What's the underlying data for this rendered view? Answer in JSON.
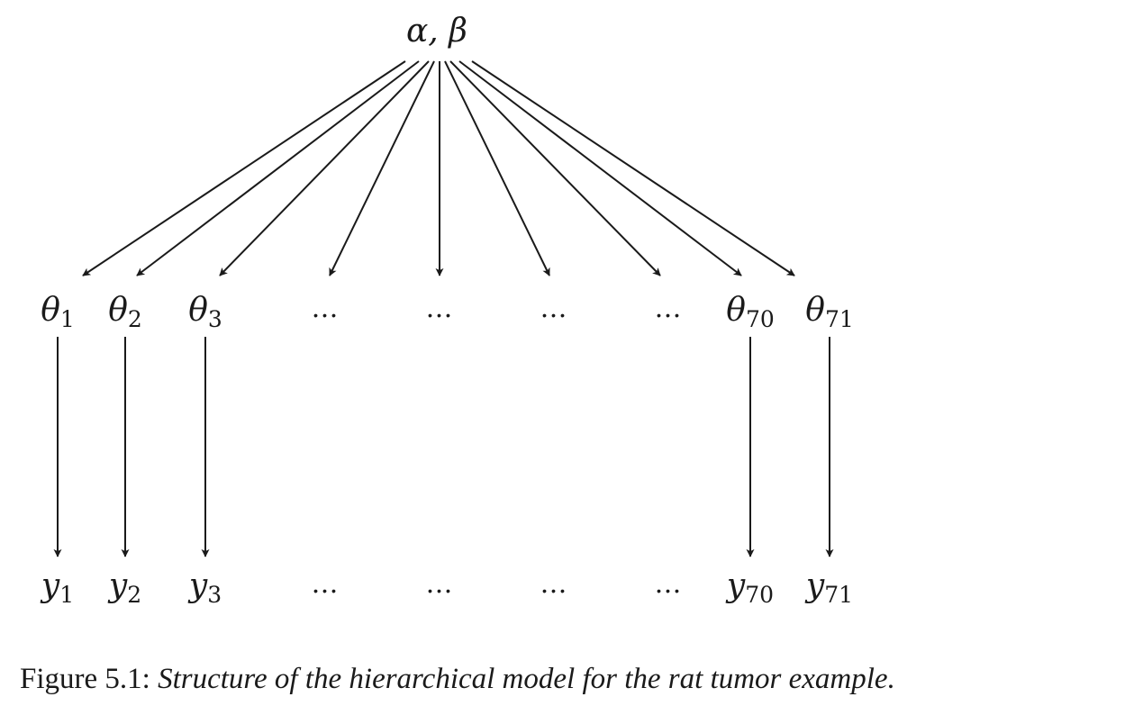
{
  "root": {
    "label": "α, β"
  },
  "theta_nodes": [
    {
      "base": "θ",
      "sub": "1"
    },
    {
      "base": "θ",
      "sub": "2"
    },
    {
      "base": "θ",
      "sub": "3"
    },
    {
      "dots": "…"
    },
    {
      "dots": "…"
    },
    {
      "dots": "…"
    },
    {
      "dots": "…"
    },
    {
      "base": "θ",
      "sub": "70"
    },
    {
      "base": "θ",
      "sub": "71"
    }
  ],
  "y_nodes": [
    {
      "base": "y",
      "sub": "1"
    },
    {
      "base": "y",
      "sub": "2"
    },
    {
      "base": "y",
      "sub": "3"
    },
    {
      "dots": "…"
    },
    {
      "dots": "…"
    },
    {
      "dots": "…"
    },
    {
      "dots": "…"
    },
    {
      "base": "y",
      "sub": "70"
    },
    {
      "base": "y",
      "sub": "71"
    }
  ],
  "caption": {
    "label": "Figure 5.1:",
    "text": "Structure of the hierarchical model for the rat tumor example."
  }
}
